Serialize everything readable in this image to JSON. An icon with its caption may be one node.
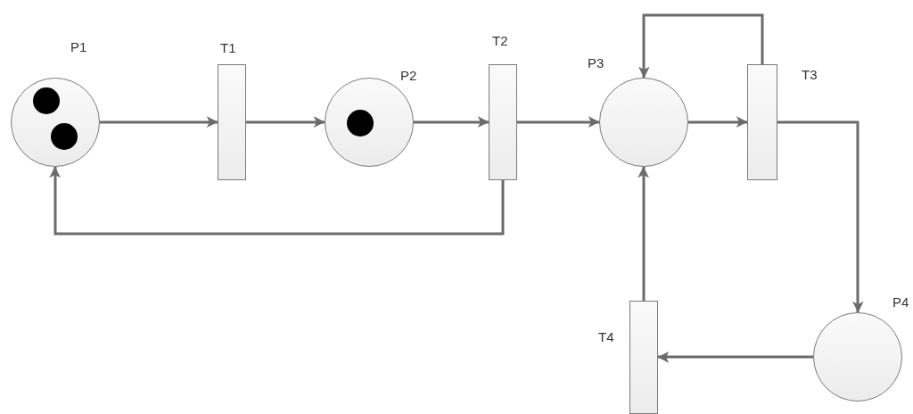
{
  "diagram": {
    "nodes": [
      {
        "text": [
          "P1"
        ]
      },
      {
        "text": [
          "T1"
        ]
      },
      {
        "text": [
          "P2"
        ]
      },
      {
        "text": [
          "T2"
        ]
      },
      {
        "text": [
          "P3"
        ]
      },
      {
        "text": [
          "T3"
        ]
      },
      {
        "text": [
          "P4"
        ]
      },
      {
        "text": [
          "T4"
        ]
      }
    ],
    "edges": [
      {
        "from": 0,
        "to": 1,
        "arrow": "to"
      },
      {
        "from": 1,
        "to": 2,
        "arrow": "to"
      },
      {
        "from": 2,
        "to": 3,
        "arrow": "to"
      },
      {
        "from": 3,
        "to": 4,
        "arrow": "to"
      },
      {
        "from": 4,
        "to": 5,
        "arrow": "to"
      },
      {
        "from": 5,
        "to": 4,
        "arrow": "to"
      },
      {
        "from": 5,
        "to": 6,
        "arrow": "to"
      },
      {
        "from": 6,
        "to": 7,
        "arrow": "to"
      },
      {
        "from": 7,
        "to": 4,
        "arrow": "to"
      },
      {
        "from": 3,
        "to": 0,
        "arrow": "to"
      }
    ]
  }
}
